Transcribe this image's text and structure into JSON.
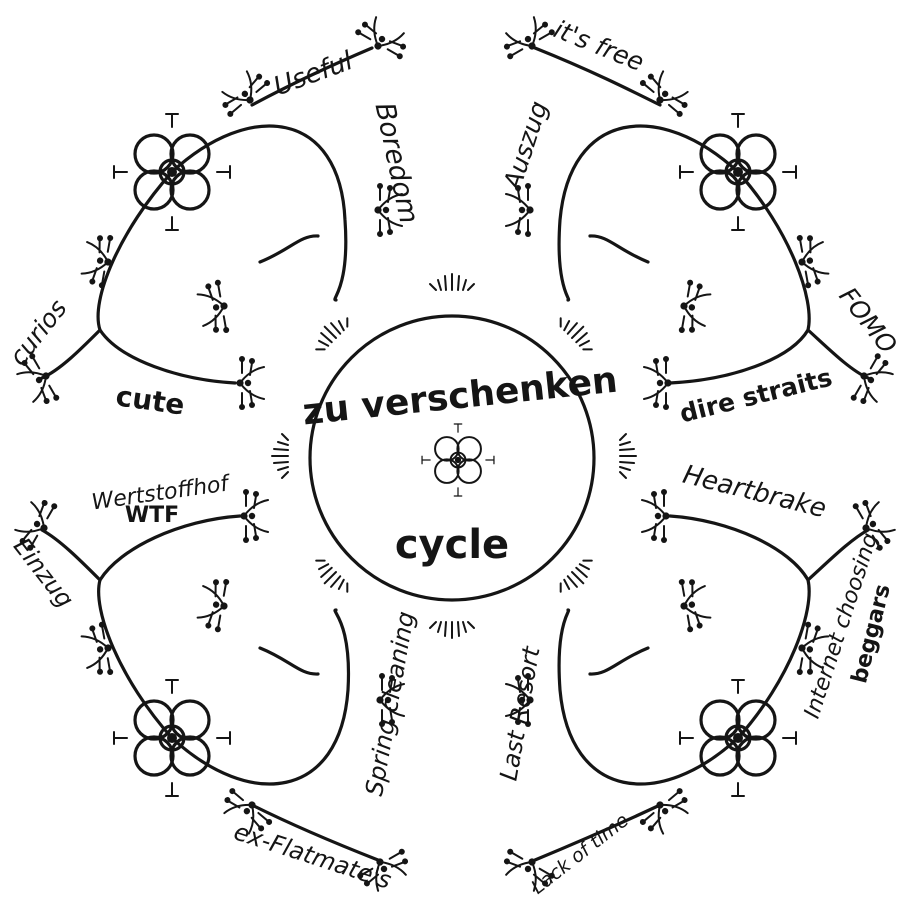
{
  "center": {
    "title": "zu verschenken",
    "subtitle": "cycle"
  },
  "quadrants": {
    "top_left": {
      "labels": [
        "Useful",
        "Boredom",
        "curios",
        "cute"
      ]
    },
    "top_right": {
      "labels": [
        "it's free",
        "Auszug",
        "FOMO",
        "dire straits"
      ]
    },
    "bottom_left": {
      "labels": [
        "Wertstoffhof",
        "WTF",
        "Einzug",
        "Spring cleaning",
        "ex-Flatmate's"
      ]
    },
    "bottom_right": {
      "labels": [
        "Heartbrake",
        "Internet choosing",
        "beggars",
        "Last Resort",
        "Lack of time"
      ]
    }
  },
  "icons": [
    "flower-knot-icon",
    "sprig-icon",
    "grass-tuft-icon",
    "cross-bead-icon"
  ]
}
